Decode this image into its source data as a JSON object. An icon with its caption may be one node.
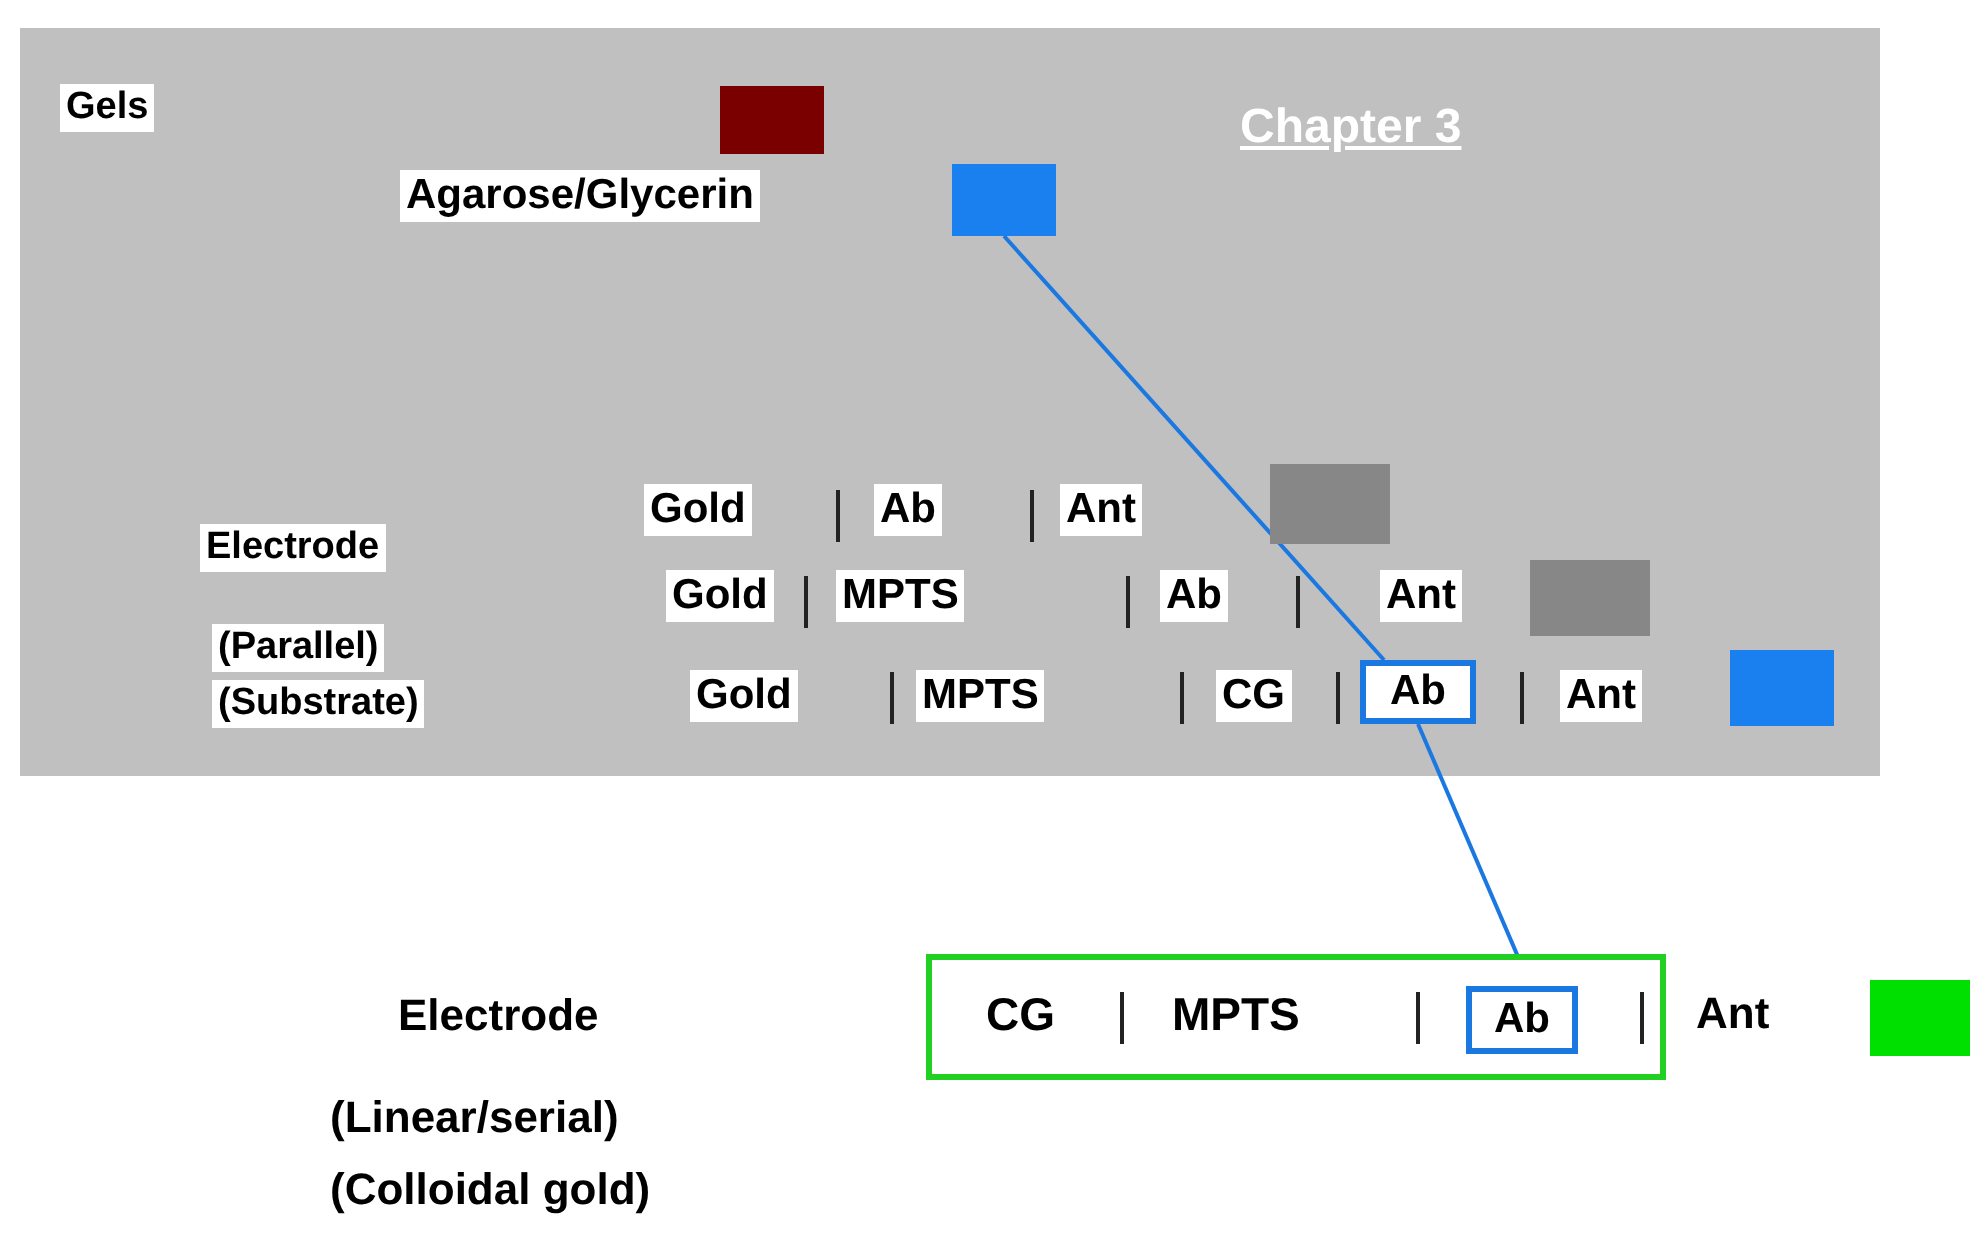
{
  "diagram": {
    "nodes": [
      {
        "text": [
          "Chapter 3"
        ]
      },
      {
        "text": [],
        "shape": "box",
        "in": 0
      },
      {
        "text": [],
        "shape": "box",
        "in": 0
      },
      {
        "text": [],
        "shape": "box",
        "in": 0
      },
      {
        "text": [],
        "shape": "box",
        "in": 0
      },
      {
        "text": [
          "Ab"
        ],
        "in": 0
      },
      {
        "text": [],
        "shape": "box",
        "in": 0
      },
      {
        "text": [
          "CG",
          "MPTS"
        ]
      },
      {
        "text": [
          "Ab"
        ],
        "in": 7
      },
      {
        "text": [],
        "shape": "box"
      }
    ],
    "edges": [
      {
        "from": 2,
        "to": 5,
        "arrow": "none"
      },
      {
        "from": 5,
        "to": 8,
        "arrow": "to"
      }
    ],
    "labels": [
      "Gels",
      "Agarose/Glycerin",
      "Gold",
      "Ab",
      "Ant",
      "Electrode",
      "Gold",
      "MPTS",
      "Ab",
      "Ant",
      "(Parallel)",
      "(Substrate)",
      "Gold",
      "MPTS",
      "CG",
      "Ant",
      "Electrode",
      "(Linear/serial)",
      "(Colloidal gold)",
      "Ant"
    ]
  }
}
